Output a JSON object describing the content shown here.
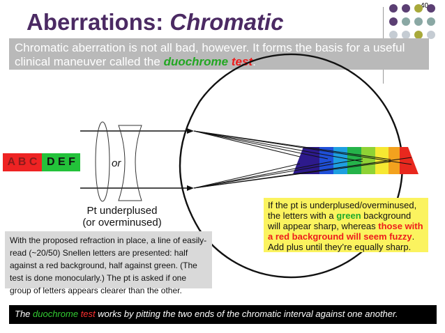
{
  "slide_number": "40",
  "title": {
    "main": "Aberrations: ",
    "emphasis": "Chromatic"
  },
  "intro": {
    "text_before": "Chromatic aberration is not all bad, however. It forms the basis for a useful clinical maneuver called the ",
    "duochrome": "duochrome",
    "space": " ",
    "test": "test",
    "period": "."
  },
  "letters": {
    "red_half": "A B C",
    "green_half": "D E F"
  },
  "or_label": "or",
  "underplused_label": {
    "line1": "Pt underplused",
    "line2": "(or overminused)"
  },
  "left_box": "With the proposed refraction in place, a line of easily-read (~20/50) Snellen letters are presented: half against a red background, half against green. (The test is done monocularly.) The pt is asked if one group of letters appears clearer than the other.",
  "right_box": {
    "part1": "If the pt is underplused/overminused, the letters with a ",
    "green": "green",
    "part2": " background will appear sharp, whereas ",
    "red": "those with a red background will seem fuzzy",
    "part3": ". Add plus until they’re equally sharp."
  },
  "bottom_bar": {
    "prefix": "The ",
    "duochrome": "duochrome",
    "space": " ",
    "test": "test",
    "suffix": " works by pitting the two ends of the chromatic interval against one another."
  },
  "colors": {
    "title": "#4b2a63",
    "dot_purple": "#5b3f73",
    "dot_teal": "#8aa8a4",
    "dot_olive": "#a8a93a",
    "dot_grey": "#c5ccd3",
    "spectrum": [
      "#2d1a8c",
      "#1f4fd8",
      "#1e9fe0",
      "#25b34a",
      "#8fd235",
      "#f6e832",
      "#f3a21e",
      "#e8281e"
    ]
  },
  "icons": [
    "decorative-dot-grid",
    "eye-diagram",
    "convex-lens",
    "concave-lens",
    "spectrum-band"
  ]
}
